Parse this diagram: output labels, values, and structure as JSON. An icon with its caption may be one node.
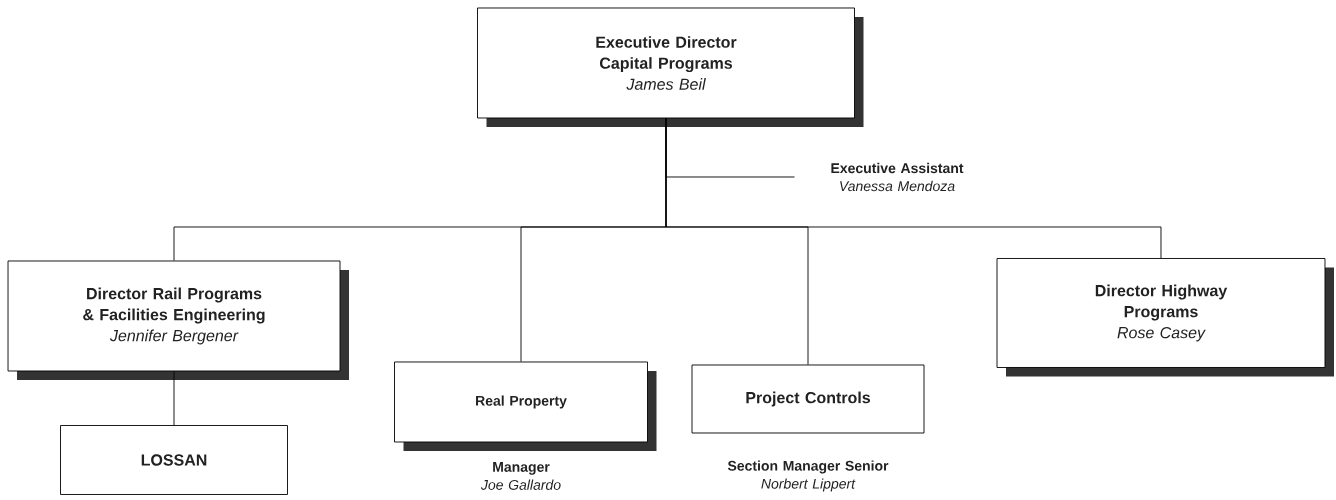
{
  "diagram": {
    "nodes": [
      {
        "text": [
          "Executive Director Capital Programs",
          "James Beil"
        ]
      },
      {
        "text": [
          "Executive Assistant",
          "Vanessa Mendoza"
        ]
      },
      {
        "text": [
          "Director Rail Programs & Facilities Engineering",
          "Jennifer Bergener"
        ]
      },
      {
        "text": [
          "LOSSAN"
        ]
      },
      {
        "text": [
          "Real Property"
        ],
        "beside": [
          "Manager",
          "Joe Gallardo"
        ]
      },
      {
        "text": [
          "Project Controls"
        ],
        "beside": [
          "Section Manager Senior",
          "Norbert Lippert"
        ]
      },
      {
        "text": [
          "Director Highway Programs",
          "Rose Casey"
        ]
      }
    ],
    "edges": [
      {
        "from": 0,
        "to": 1,
        "arrow": "none"
      },
      {
        "from": 0,
        "to": 2,
        "arrow": "none"
      },
      {
        "from": 0,
        "to": 4,
        "arrow": "none"
      },
      {
        "from": 0,
        "to": 5,
        "arrow": "none"
      },
      {
        "from": 0,
        "to": 6,
        "arrow": "none"
      },
      {
        "from": 2,
        "to": 3,
        "arrow": "none"
      }
    ]
  }
}
